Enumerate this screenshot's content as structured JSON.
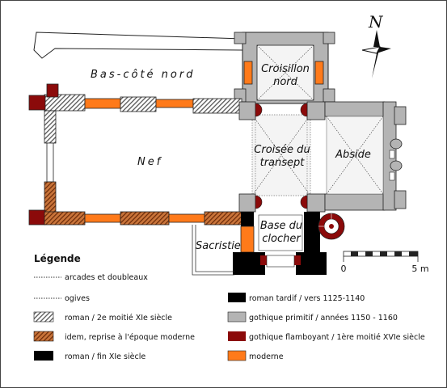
{
  "plan": {
    "north_marker": "N",
    "labels": {
      "bas_cote_nord": "Bas-côté nord",
      "croisillon_line1": "Croisillon",
      "croisillon_line2": "nord",
      "croisee_line1": "Croisée du",
      "croisee_line2": "transept",
      "abside": "Abside",
      "nef": "Nef",
      "base_line1": "Base du",
      "base_line2": "clocher",
      "sacristie": "Sacristie"
    },
    "scale": {
      "start": "0",
      "end": "5 m"
    }
  },
  "legend": {
    "title": "Légende",
    "items": [
      {
        "id": "arcades",
        "text": "arcades et doubleaux",
        "swatch": "dotted"
      },
      {
        "id": "ogives",
        "text": "ogives",
        "swatch": "dotted"
      },
      {
        "id": "roman-2e",
        "text": "roman / 2e moitié XIe siècle",
        "swatch": "#7a7a7a"
      },
      {
        "id": "idem-reprise",
        "text": "idem, reprise à l'époque moderne",
        "swatch": "#8b3a0e"
      },
      {
        "id": "roman-fin",
        "text": "roman / fin XIe siècle",
        "swatch": "#000000"
      },
      {
        "id": "roman-tardif",
        "text": "roman tardif / vers 1125-1140",
        "swatch": "#000000"
      },
      {
        "id": "gothique-primitif",
        "text": "gothique primitif / années 1150 - 1160",
        "swatch": "#b4b4b4"
      },
      {
        "id": "gothique-flamboyant",
        "text": "gothique flamboyant / 1ère moitié XVIe siècle",
        "swatch": "#8b0a0a"
      },
      {
        "id": "moderne",
        "text": "moderne",
        "swatch": "#ff7a1a"
      }
    ]
  },
  "colors": {
    "grey_gothic": "#b4b4b4",
    "flamboyant": "#8b0a0a",
    "modern": "#ff7a1a",
    "roman_hatch": "#7a7a7a",
    "reprise_hatch": "#8b3a0e",
    "black": "#000000",
    "vault_bg": "#f2f2f2"
  }
}
